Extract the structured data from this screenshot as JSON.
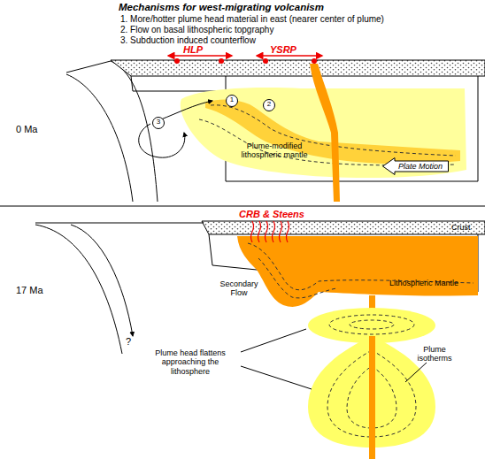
{
  "diagram": {
    "title": "Mechanisms for west-migrating volcanism",
    "nodes": [
      {
        "text": [
          "1"
        ]
      },
      {
        "text": [
          "2"
        ]
      },
      {
        "text": [
          "3"
        ]
      },
      {
        "text": [
          "Plate Motion"
        ]
      }
    ],
    "labels": [
      "1. More/hotter plume head material in east (nearer center of plume)",
      "2. Flow on basal lithospheric topgraphy",
      "3. Subduction induced counterflow",
      "HLP",
      "YSRP",
      "0 Ma",
      "Plume-modified lithospheric mantle",
      "17 Ma",
      "CRB & Steens",
      "Crust",
      "Lithospheric Mantle",
      "Secondary Flow",
      "?",
      "Plume head flattens approaching the lithosphere",
      "Plume isotherms"
    ]
  }
}
